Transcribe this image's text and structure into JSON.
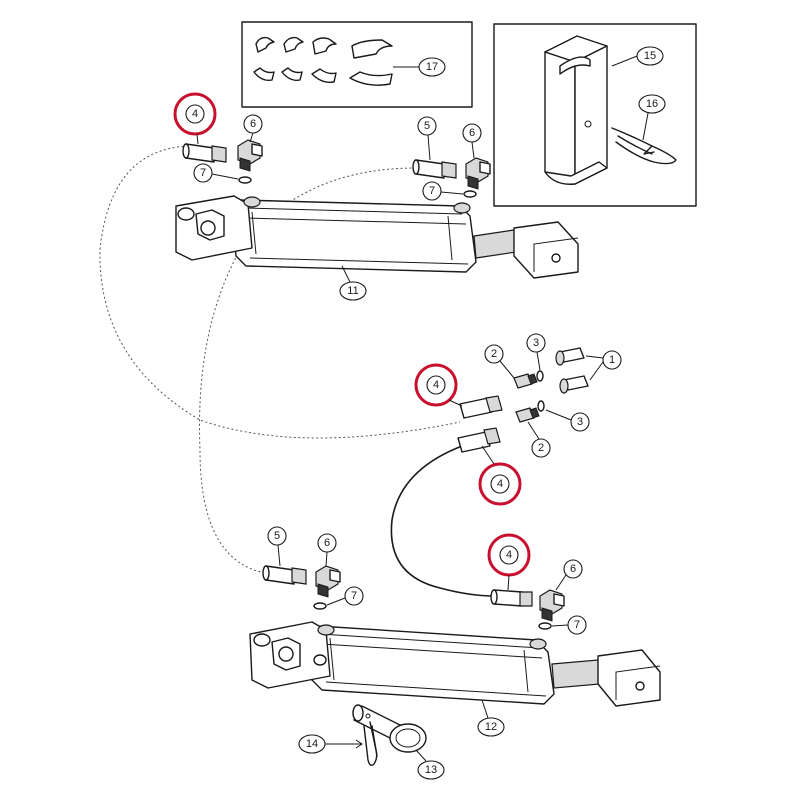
{
  "diagram": {
    "highlight_color": "#c8102e",
    "callouts": {
      "kit_17": "17",
      "pin_15": "15",
      "clip_16": "16",
      "hose_end_top_left": "4",
      "fitting_top_left": "6",
      "oring_top_left": "7",
      "hose_end_top_right": "5",
      "fitting_top_right": "6",
      "oring_top_right": "7",
      "cylinder_top": "11",
      "coupler_a": "1",
      "adapter_a": "2",
      "oring_a": "3",
      "adapter_b": "2",
      "oring_b": "3",
      "hose_end_mid_upper": "4",
      "hose_end_mid_lower": "4",
      "hose_end_bottom_right": "4",
      "fitting_bottom_right": "6",
      "oring_bottom_right": "7",
      "hose_end_bottom_left": "5",
      "fitting_bottom_left": "6",
      "oring_bottom_left": "7",
      "cylinder_bottom": "12",
      "clevis_pin": "13",
      "cotter_pin": "14"
    }
  }
}
